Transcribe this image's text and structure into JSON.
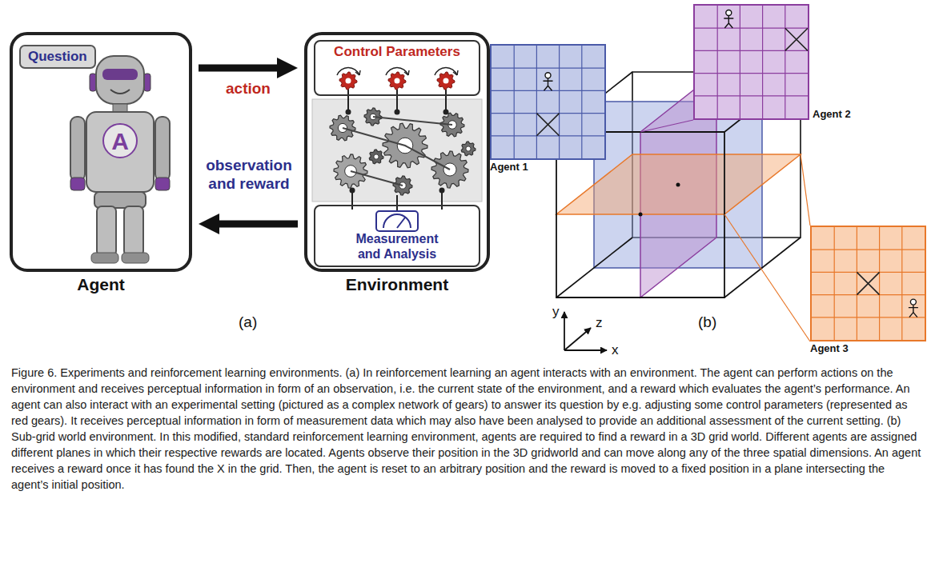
{
  "diagram": {
    "caption": "Figure 6. Experiments and reinforcement learning environments. (a) In reinforcement learning an agent interacts with an environment. The agent can perform actions on the environment and receives perceptual information in form of an observation, i.e. the current state of the environment, and a reward which evaluates the agent’s performance. An agent can also interact with an experimental setting (pictured as a complex network of gears) to answer its question by e.g. adjusting some control parameters (represented as red gears). It receives perceptual information in form of measurement data which may also have been analysed to provide an additional assessment of the current setting. (b) Sub-grid world environment. In this modified, standard reinforcement learning environment, agents are required to find a reward in a 3D grid world. Different agents are assigned different planes in which their respective rewards are located. Agents observe their position in the 3D gridworld and can move along any of the three spatial dimensions. An agent receives a reward once it has found the X in the grid. Then, the agent is reset to an arbitrary position and the reward is moved to a fixed position in a plane intersecting the agent’s initial position.",
    "nodes": [
      {
        "text": [
          "Agent"
        ]
      },
      {
        "text": [
          "Question"
        ],
        "in": 0
      },
      {
        "text": [
          "Environment"
        ]
      },
      {
        "text": [
          "Control Parameters"
        ],
        "in": 2
      },
      {
        "text": [
          "Measurement and Analysis"
        ],
        "in": 2
      },
      {
        "text": [
          "Agent 1"
        ]
      },
      {
        "text": [
          "Agent 2"
        ]
      },
      {
        "text": [
          "Agent 3"
        ]
      }
    ],
    "edges": [
      {
        "from": 0,
        "to": 2,
        "arrow": "to",
        "label": "action"
      },
      {
        "from": 2,
        "to": 0,
        "arrow": "to",
        "label": "observation and reward"
      }
    ],
    "labels": [
      "A",
      "(a)",
      "(b)",
      "y",
      "z",
      "x"
    ]
  }
}
